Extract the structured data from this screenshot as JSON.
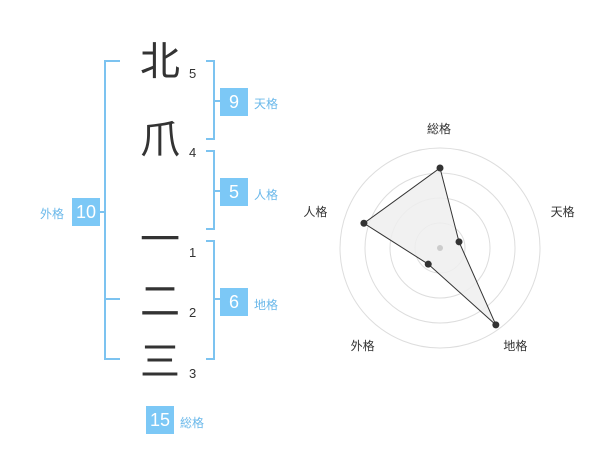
{
  "characters": [
    {
      "char": "北",
      "strokes": "5"
    },
    {
      "char": "爪",
      "strokes": "4"
    },
    {
      "char": "一",
      "strokes": "1"
    },
    {
      "char": "二",
      "strokes": "2"
    },
    {
      "char": "三",
      "strokes": "3"
    }
  ],
  "kakusu": {
    "tenkaku": {
      "value": "9",
      "label": "天格"
    },
    "jinkaku": {
      "value": "5",
      "label": "人格"
    },
    "chikaku": {
      "value": "6",
      "label": "地格"
    },
    "gaikaku": {
      "value": "10",
      "label": "外格"
    },
    "soukaku": {
      "value": "15",
      "label": "総格"
    }
  },
  "colors": {
    "accent": "#7cc8f6",
    "accent_text": "#6ab8ea",
    "text": "#333333",
    "grid": "#dddddd",
    "fill": "#eeeeee"
  },
  "chart_data": {
    "type": "radar",
    "axes": [
      "総格",
      "天格",
      "地格",
      "外格",
      "人格"
    ],
    "values": [
      0.8,
      0.2,
      0.95,
      0.2,
      0.8
    ],
    "range": [
      0,
      1
    ],
    "rings": 4
  }
}
